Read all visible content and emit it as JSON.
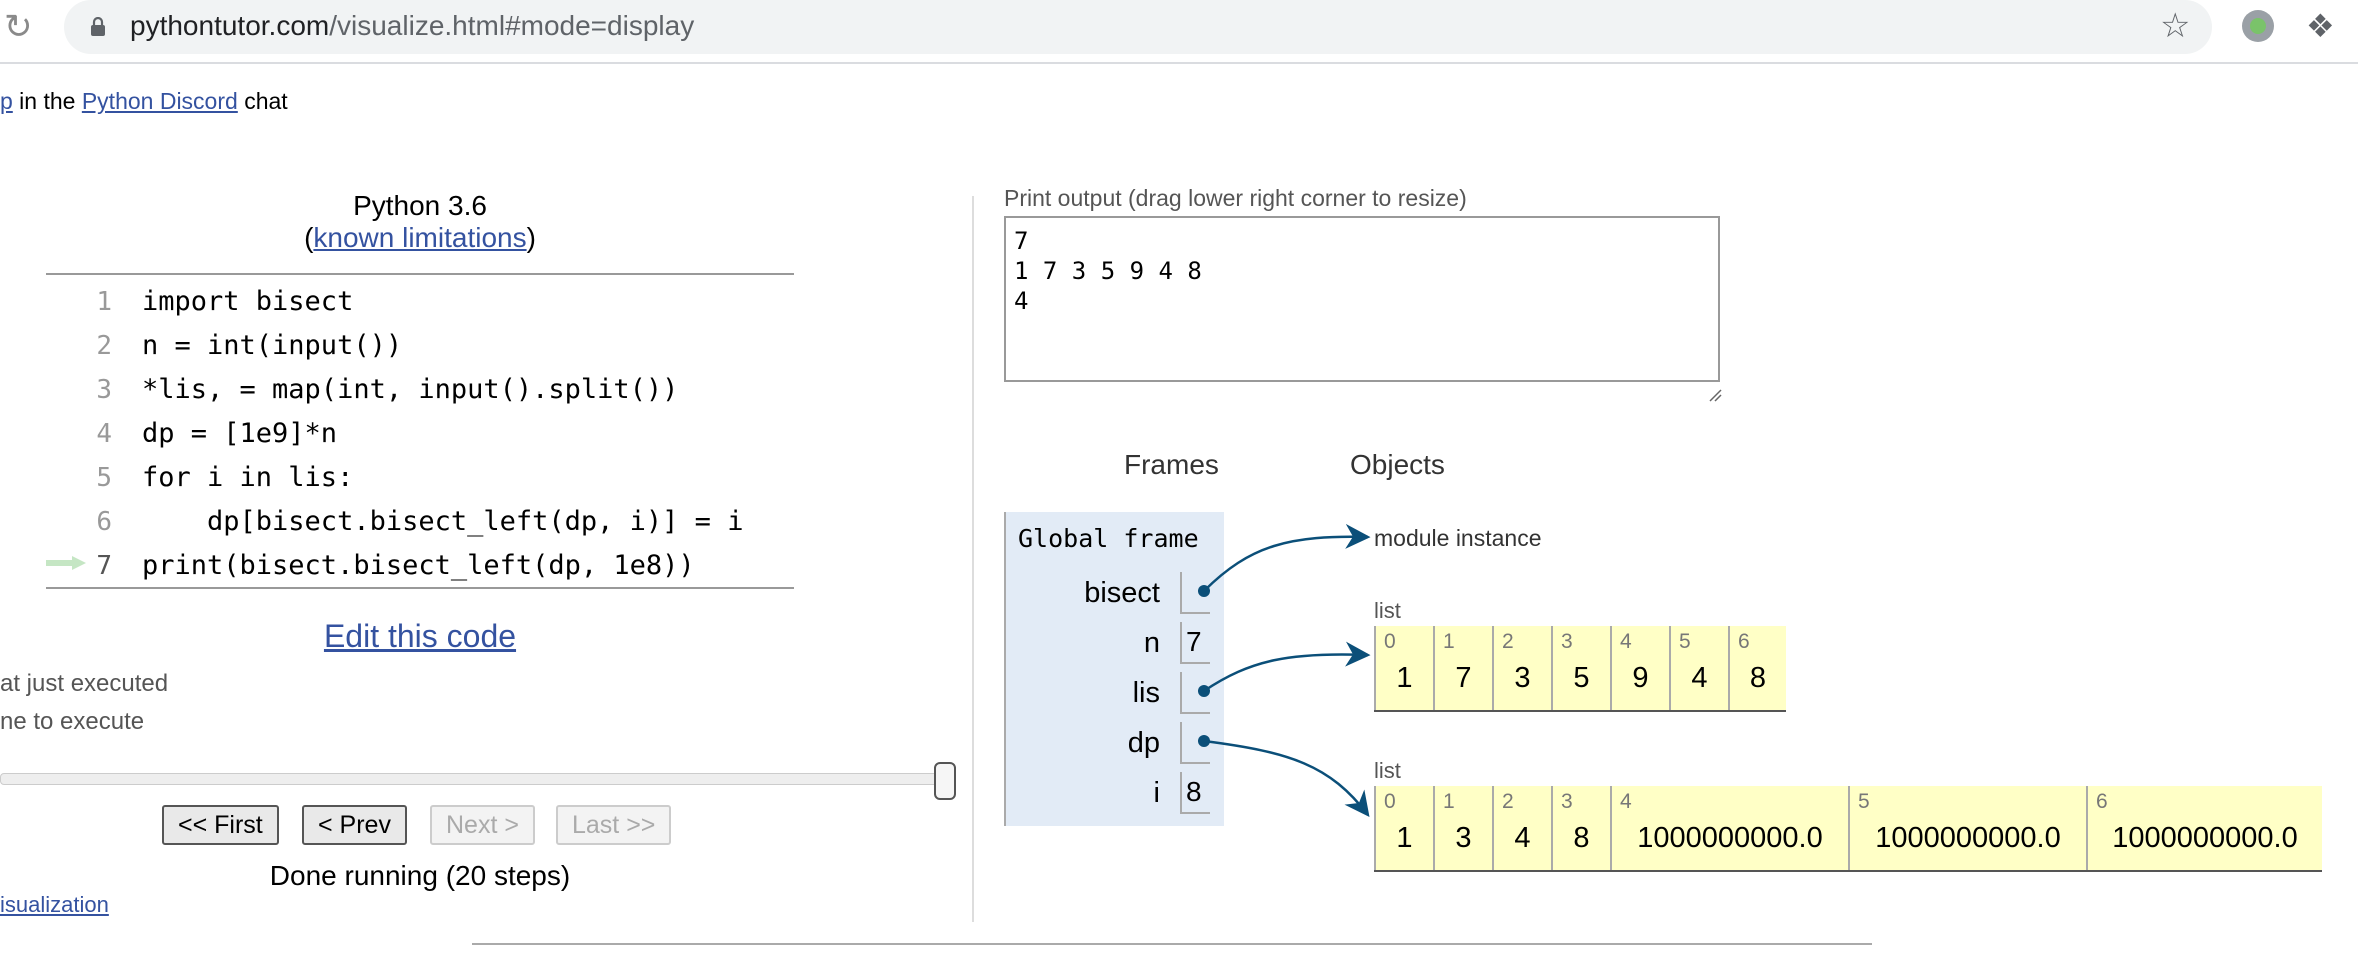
{
  "browser": {
    "url_host": "pythontutor.com",
    "url_path": "/visualize.html#mode=display"
  },
  "header": {
    "link_fragment": "p",
    "text_middle": " in the ",
    "discord_link": "Python Discord",
    "text_end": " chat"
  },
  "editor": {
    "language": "Python 3.6",
    "limits_open": "(",
    "limits_link": "known limitations",
    "limits_close": ")",
    "lines": [
      {
        "num": "1",
        "code": "import bisect"
      },
      {
        "num": "2",
        "code": "n = int(input())"
      },
      {
        "num": "3",
        "code": "*lis, = map(int, input().split())"
      },
      {
        "num": "4",
        "code": "dp = [1e9]*n"
      },
      {
        "num": "5",
        "code": "for i in lis:"
      },
      {
        "num": "6",
        "code": "    dp[bisect.bisect_left(dp, i)] = i"
      },
      {
        "num": "7",
        "code": "print(bisect.bisect_left(dp, 1e8))"
      }
    ],
    "current_line": 7,
    "edit_link": "Edit this code",
    "legend_executed": "at just executed",
    "legend_next": "ne to execute"
  },
  "navigation": {
    "first": "<< First",
    "prev": "< Prev",
    "next": "Next >",
    "last": "Last >>",
    "status": "Done running (20 steps)",
    "viz_link": "isualization",
    "step_progress": 1.0
  },
  "output": {
    "label": "Print output (drag lower right corner to resize)",
    "text": "7\n1 7 3 5 9 4 8\n4"
  },
  "viz": {
    "frames_header": "Frames",
    "objects_header": "Objects",
    "frame_title": "Global frame",
    "variables": [
      {
        "name": "bisect",
        "value": "",
        "pointer": true
      },
      {
        "name": "n",
        "value": "7",
        "pointer": false
      },
      {
        "name": "lis",
        "value": "",
        "pointer": true
      },
      {
        "name": "dp",
        "value": "",
        "pointer": true
      },
      {
        "name": "i",
        "value": "8",
        "pointer": false
      }
    ],
    "module_label": "module instance",
    "lis_list": {
      "label": "list",
      "items": [
        {
          "idx": "0",
          "val": "1"
        },
        {
          "idx": "1",
          "val": "7"
        },
        {
          "idx": "2",
          "val": "3"
        },
        {
          "idx": "3",
          "val": "5"
        },
        {
          "idx": "4",
          "val": "9"
        },
        {
          "idx": "5",
          "val": "4"
        },
        {
          "idx": "6",
          "val": "8"
        }
      ]
    },
    "dp_list": {
      "label": "list",
      "items": [
        {
          "idx": "0",
          "val": "1"
        },
        {
          "idx": "1",
          "val": "3"
        },
        {
          "idx": "2",
          "val": "4"
        },
        {
          "idx": "3",
          "val": "8"
        },
        {
          "idx": "4",
          "val": "1000000000.0"
        },
        {
          "idx": "5",
          "val": "1000000000.0"
        },
        {
          "idx": "6",
          "val": "1000000000.0"
        }
      ]
    }
  },
  "colors": {
    "arrow": "#0b4f79",
    "list_bg": "#ffffc6",
    "frame_bg": "#e2ebf6",
    "link": "#3452a0",
    "current_line_arrow": "#c5e6c4"
  }
}
